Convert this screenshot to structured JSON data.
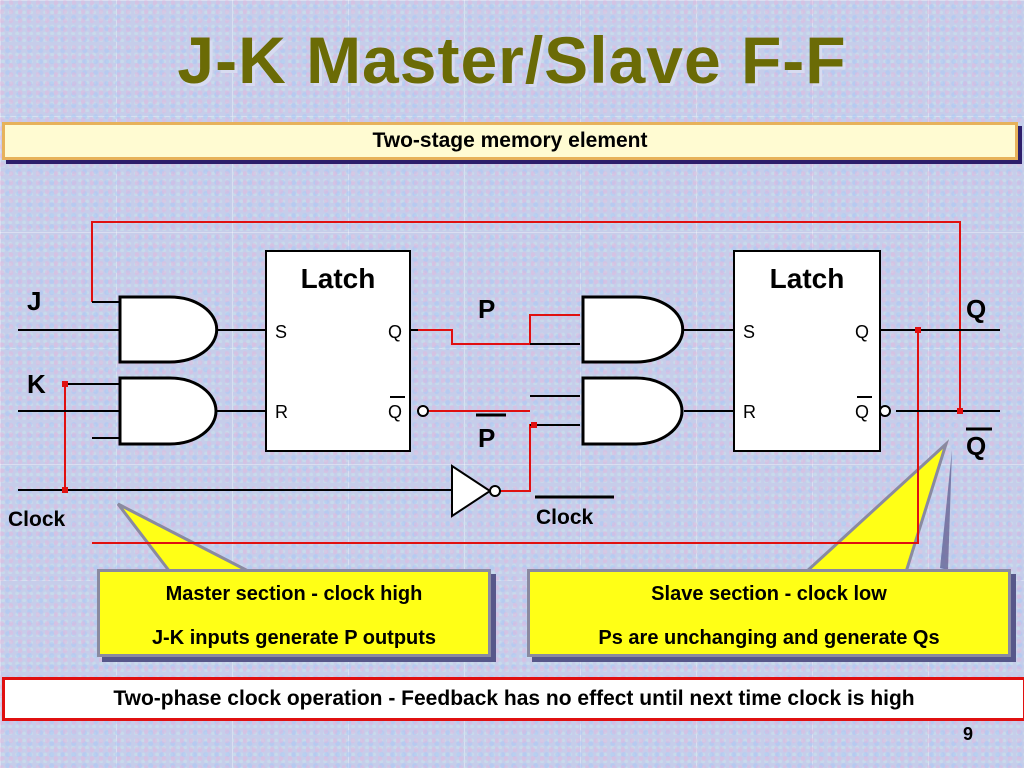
{
  "title": "J-K Master/Slave F-F",
  "subtitle": "Two-stage memory element",
  "diagram": {
    "latch_label": "Latch",
    "s_label": "S",
    "r_label": "R",
    "q_label": "Q",
    "input_j": "J",
    "input_k": "K",
    "input_clock": "Clock",
    "clock_bar": "Clock",
    "p_label": "P",
    "p_bar_label": "P",
    "output_q": "Q",
    "output_q_bar": "Q"
  },
  "callouts": {
    "master_line1": "Master section - clock high",
    "master_line2": "J-K inputs generate P outputs",
    "slave_line1": "Slave section - clock low",
    "slave_line2": "Ps are unchanging and generate Qs"
  },
  "footer": "Two-phase clock operation - Feedback has no effect until next time clock is high",
  "page_number": "9",
  "colors": {
    "title": "#6b6b06",
    "wire_feedback": "#e01010",
    "callout_fill": "#ffff16",
    "subtitle_fill": "#fffbd2",
    "footer_border": "#e01010"
  }
}
